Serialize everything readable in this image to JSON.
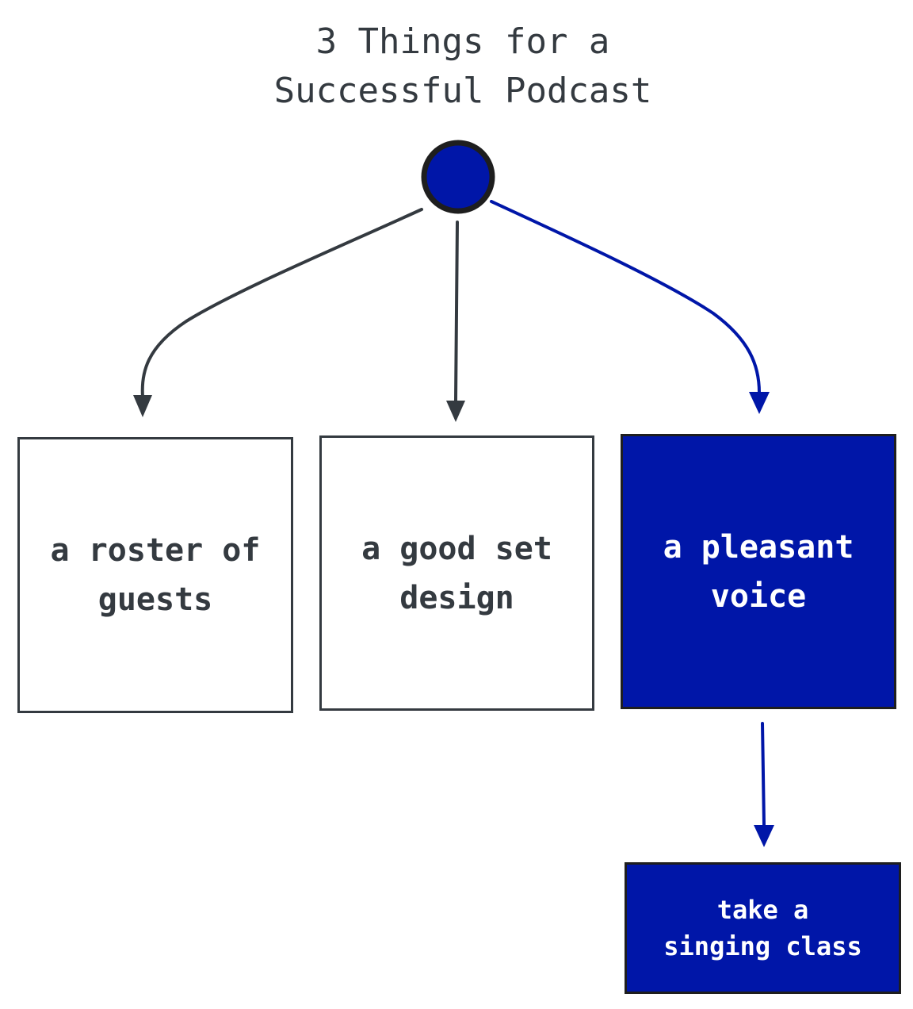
{
  "title": "3 Things for a\nSuccessful Podcast",
  "root_node": {
    "fill": "#0016a8",
    "stroke": "#1e1e1e"
  },
  "colors": {
    "dark": "#343a40",
    "accent": "#0016a8",
    "white": "#ffffff"
  },
  "items": [
    {
      "label": "a roster of\nguests",
      "style": "outline"
    },
    {
      "label": "a good set\ndesign",
      "style": "outline"
    },
    {
      "label": "a pleasant\nvoice",
      "style": "filled"
    }
  ],
  "sub_item": {
    "label": "take a\nsinging class",
    "parent": "a pleasant voice",
    "style": "filled"
  }
}
